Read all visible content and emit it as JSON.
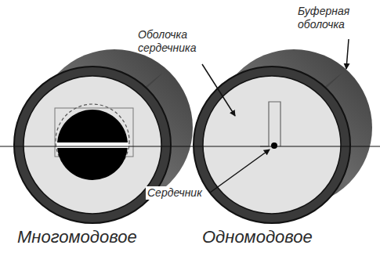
{
  "diagram": {
    "labels": [
      "Буферная оболочка",
      "Оболочка сердечника",
      "Сердечник",
      "Многомодовое",
      "Одномодовое"
    ]
  }
}
